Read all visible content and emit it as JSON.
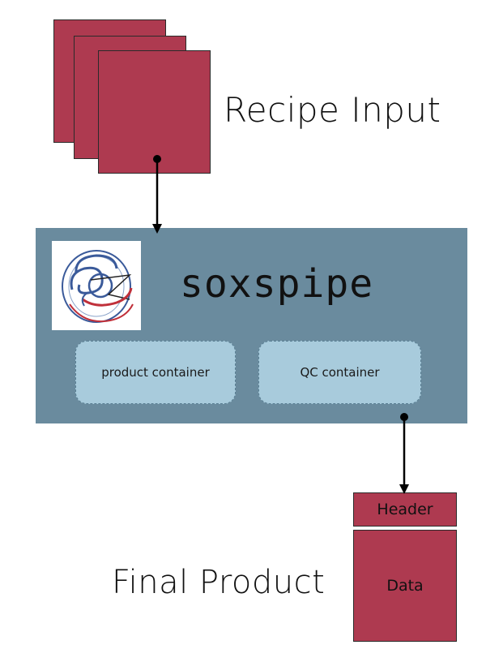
{
  "diagram": {
    "recipe_input_label": "Recipe Input",
    "pipeline_name": "soxspipe",
    "containers": [
      {
        "label": "product container"
      },
      {
        "label": "QC container"
      }
    ],
    "final_product_label": "Final Product",
    "product_header_label": "Header",
    "product_data_label": "Data",
    "colors": {
      "input_fill": "#ae3a50",
      "pipeline_fill": "#6a8b9e",
      "container_fill": "#a8cbdc",
      "logo_blue": "#3a5a9a",
      "logo_red": "#c0303a"
    },
    "logo_icon": "soxs-logo-icon"
  }
}
